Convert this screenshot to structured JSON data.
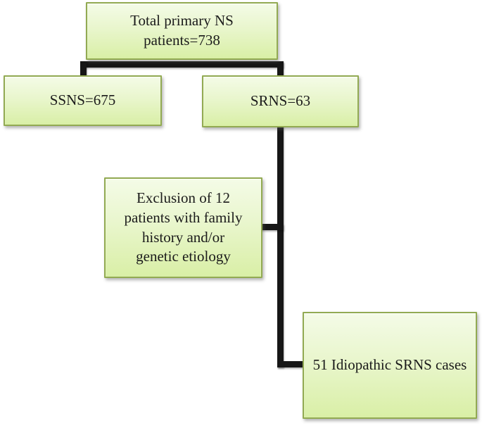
{
  "flowchart": {
    "nodes": {
      "total": {
        "label": "Total primary NS patients=738"
      },
      "ssns": {
        "label": "SSNS=675"
      },
      "srns": {
        "label": "SRNS=63"
      },
      "exclusion": {
        "label": "Exclusion of 12 patients with family history and/or genetic etiology"
      },
      "idiopathic": {
        "label": "51 Idiopathic SRNS cases"
      }
    },
    "edges": [
      {
        "from": "total",
        "to": "ssns"
      },
      {
        "from": "total",
        "to": "srns"
      },
      {
        "from": "srns",
        "to": "exclusion"
      },
      {
        "from": "srns",
        "to": "idiopathic"
      }
    ],
    "colors": {
      "box_fill_top": "#f4fbe7",
      "box_fill_bottom": "#d9efa6",
      "box_border": "#92aa52",
      "connector": "#161616",
      "text": "#1b1b1b",
      "background": "#ffffff"
    }
  }
}
